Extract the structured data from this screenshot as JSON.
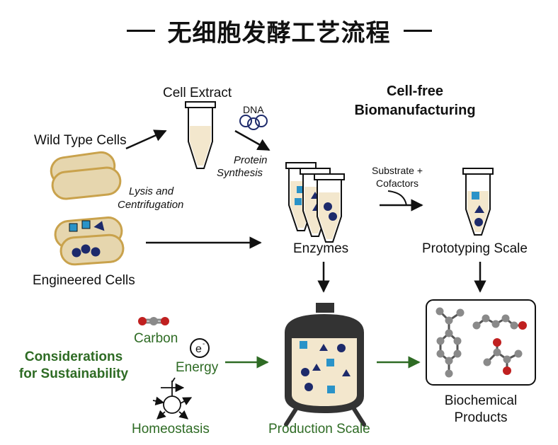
{
  "title": "无细胞发酵工艺流程",
  "labels": {
    "wild_type": "Wild Type Cells",
    "cell_extract": "Cell Extract",
    "dna": "DNA",
    "protein_synthesis": [
      "Protein",
      "Synthesis"
    ],
    "lysis": [
      "Lysis and",
      "Centrifugation"
    ],
    "cell_free": [
      "Cell-free",
      "Biomanufacturing"
    ],
    "substrate": [
      "Substrate +",
      "Cofactors"
    ],
    "engineered": "Engineered Cells",
    "enzymes": "Enzymes",
    "prototyping": "Prototyping Scale",
    "carbon": "Carbon",
    "energy": "Energy",
    "electron": "e",
    "electron_sup": "-",
    "sustainability": [
      "Considerations",
      "for Sustainability"
    ],
    "homeostasis": "Homeostasis",
    "production": "Production Scale",
    "biochemical": [
      "Biochemical",
      "Products"
    ]
  },
  "colors": {
    "ink": "#111111",
    "cell_fill": "#e6d6ae",
    "cell_stroke": "#c9a24c",
    "liquid": "#f3e7cd",
    "cyan": "#2a93c8",
    "navy": "#1d2a6b",
    "green": "#2e6b24",
    "red": "#c02020",
    "gray": "#8a8a8a"
  }
}
